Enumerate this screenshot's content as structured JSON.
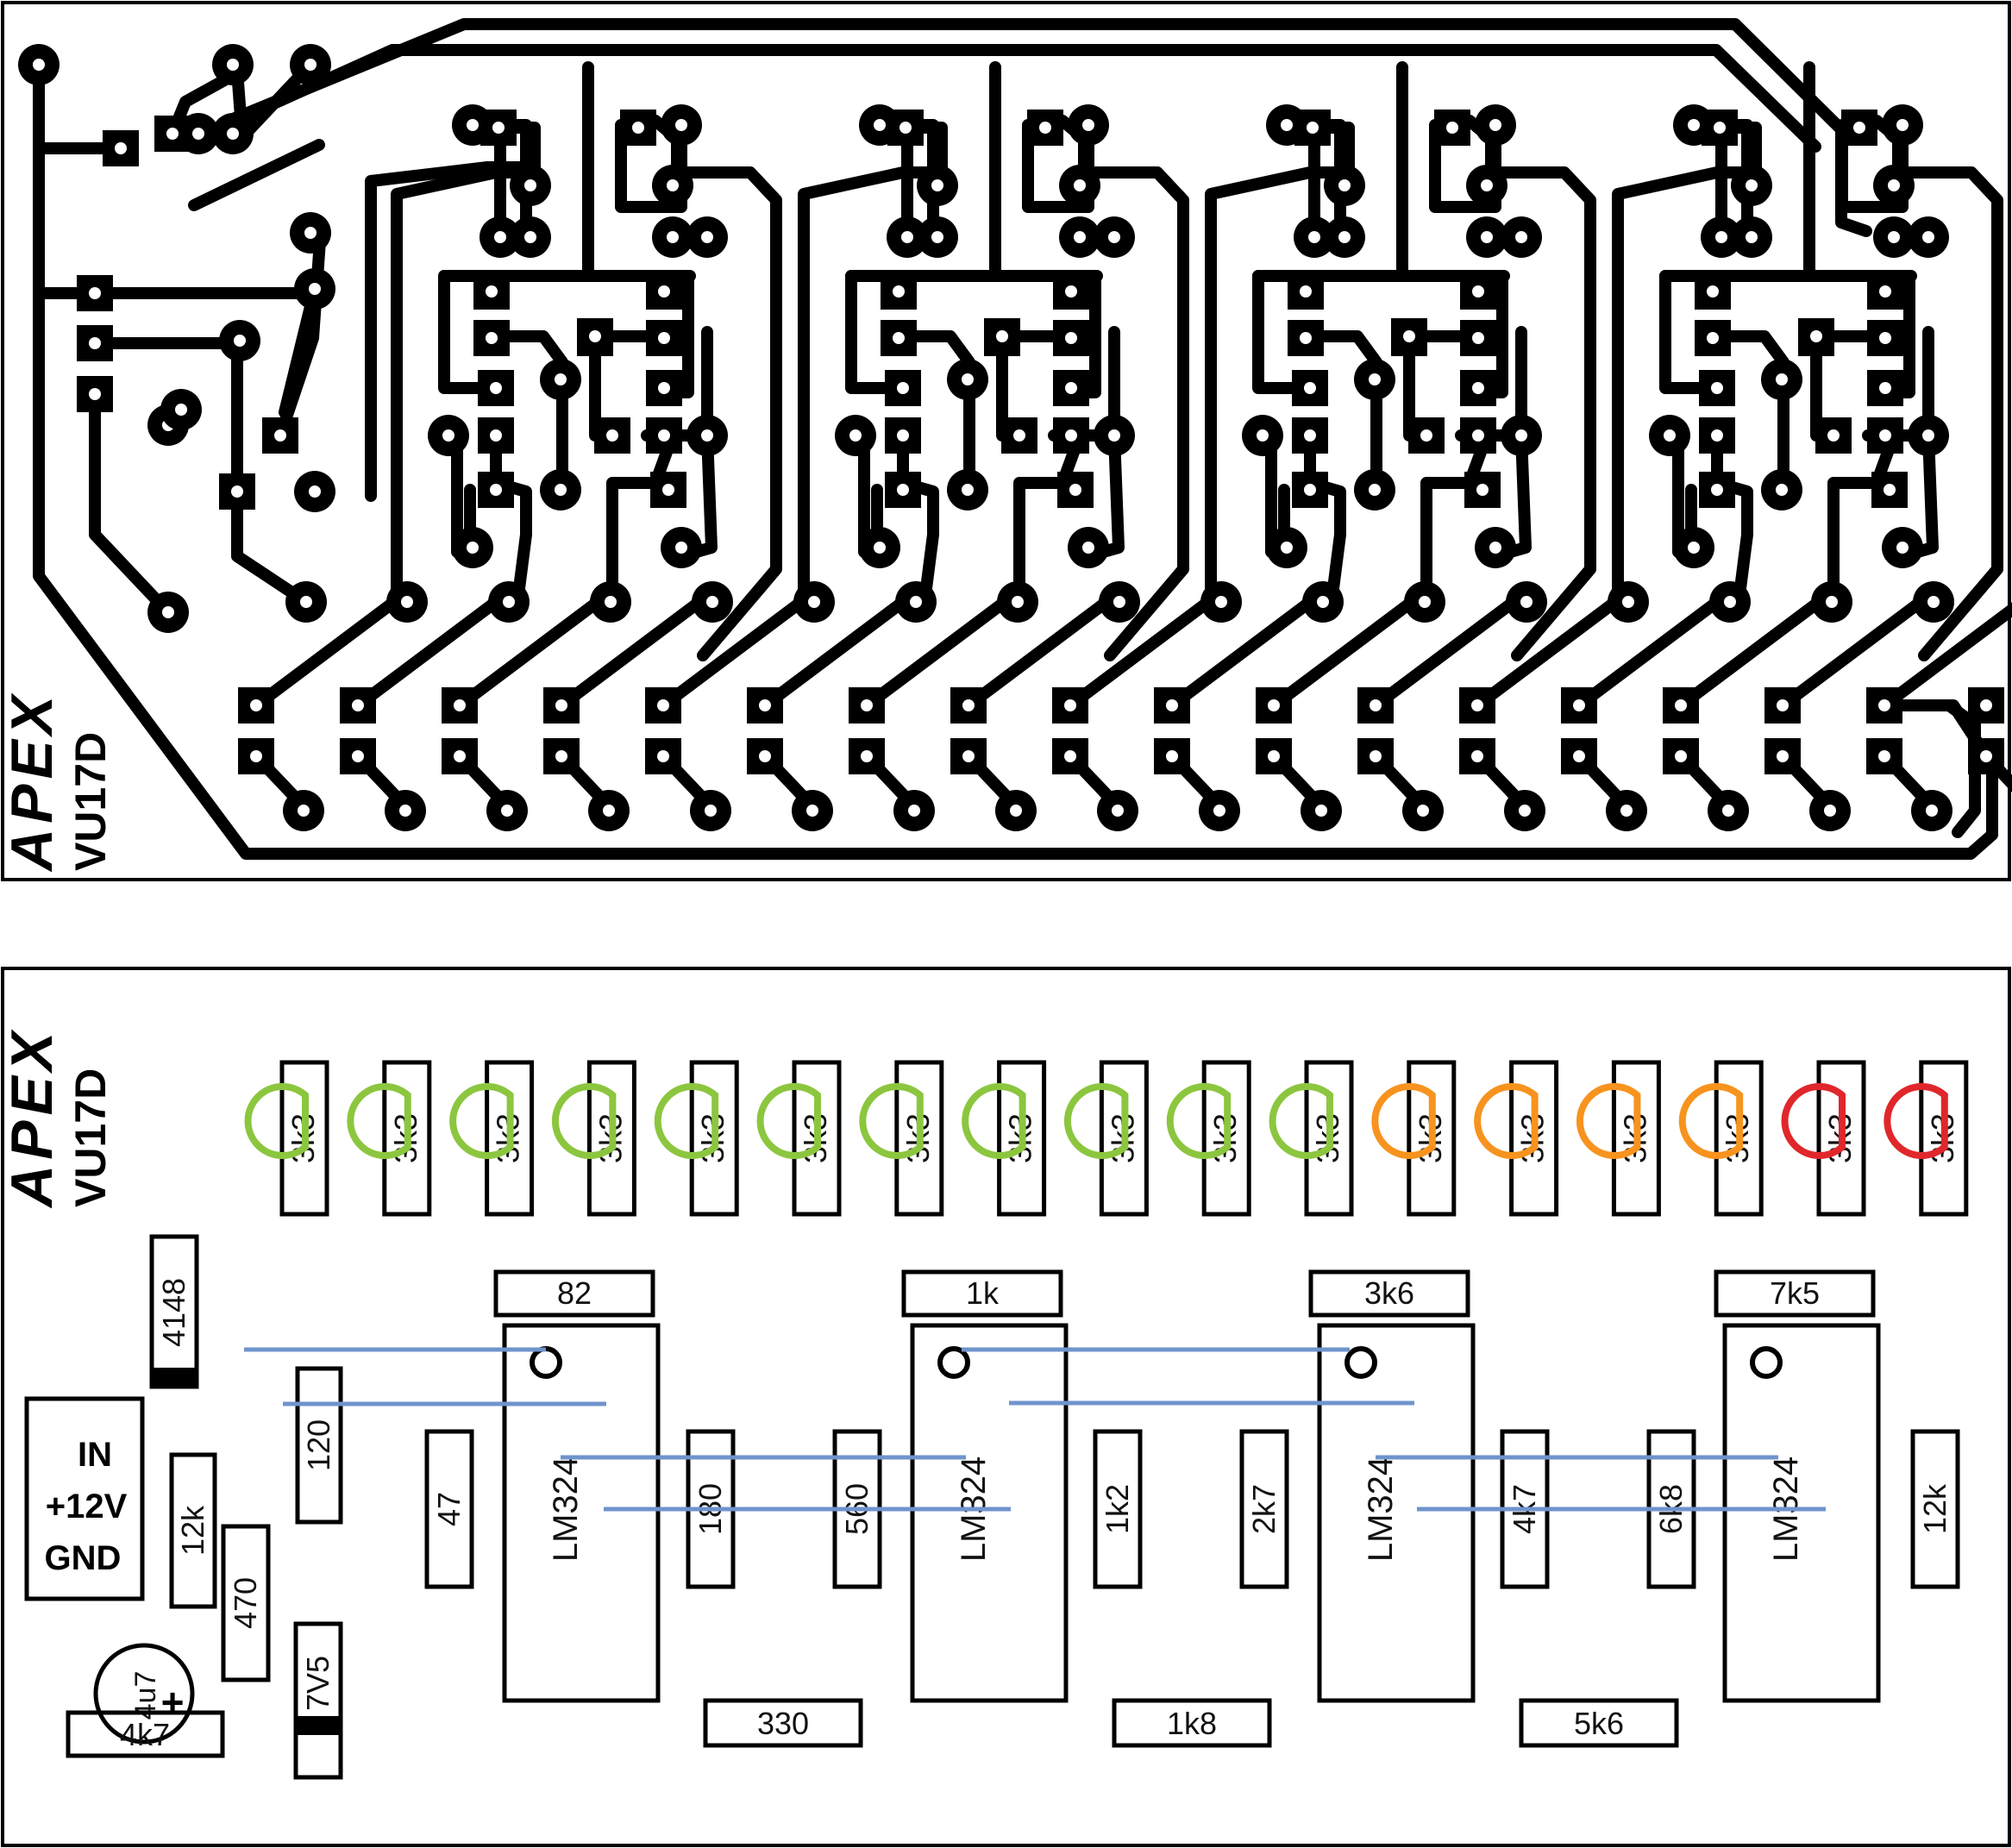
{
  "board": {
    "name": "APEX",
    "model": "VU17D"
  },
  "colors": {
    "trace": "#000000",
    "led_green": "#8cc63f",
    "led_orange": "#f7931e",
    "led_red": "#e0272b",
    "wire": "#6f94cc",
    "outline": "#000000"
  },
  "connector": {
    "lines": [
      "IN",
      "+12V",
      "GND"
    ]
  },
  "leds": {
    "resistor_value": "3k3",
    "count": 17,
    "colors": [
      "green",
      "green",
      "green",
      "green",
      "green",
      "green",
      "green",
      "green",
      "green",
      "green",
      "green",
      "orange",
      "orange",
      "orange",
      "orange",
      "red",
      "red"
    ]
  },
  "ics": [
    {
      "part": "LM324",
      "top_resistor": "82"
    },
    {
      "part": "LM324",
      "top_resistor": "1k"
    },
    {
      "part": "LM324",
      "top_resistor": "3k6"
    },
    {
      "part": "LM324",
      "top_resistor": "7k5"
    }
  ],
  "divider_resistors": [
    "47",
    "180",
    "560",
    "1k2",
    "2k7",
    "4k7",
    "6k8",
    "12k"
  ],
  "bottom_resistors": [
    "330",
    "1k8",
    "5k6"
  ],
  "input_components": {
    "diode": "4148",
    "r1": "120",
    "r2": "12k",
    "r3": "470",
    "zener": "7V5",
    "capacitor": "4u7",
    "capacitor_polarity": "+",
    "r4": "4k7"
  },
  "icons": [
    "copper-trace-layout",
    "component-silkscreen",
    "led-outline",
    "ic-pin1-marker"
  ]
}
